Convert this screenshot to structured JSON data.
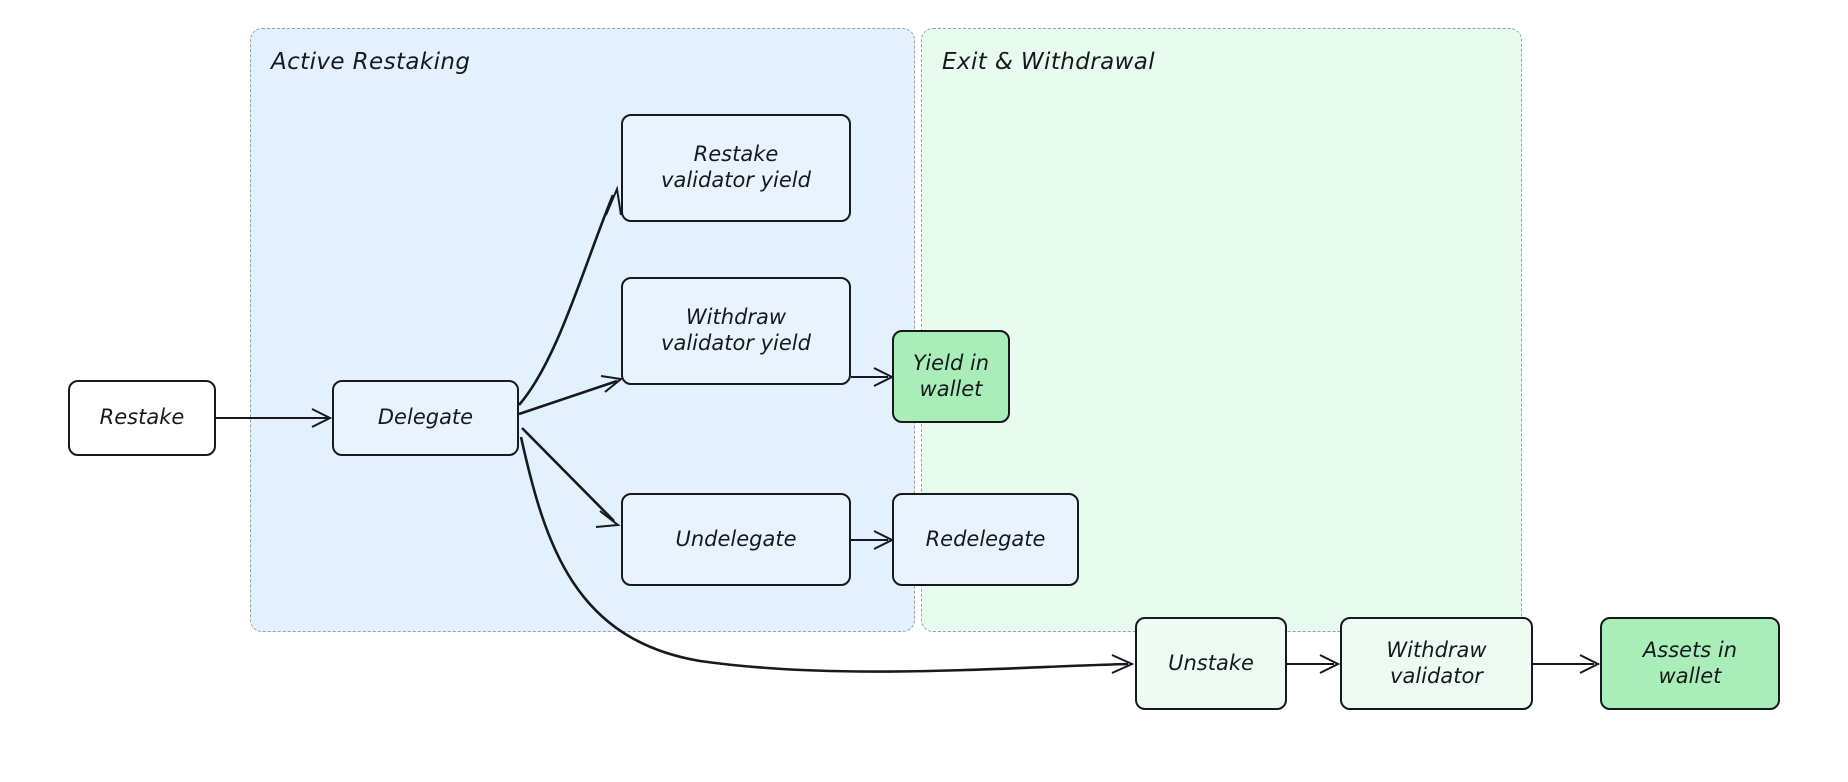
{
  "diagram": {
    "type": "flowchart",
    "direction": "left-to-right",
    "background": "#ffffff",
    "subgraphs": [
      {
        "id": "active",
        "title": "Active Restaking",
        "fill": "#e3f0fd",
        "border": "#9aa3ad"
      },
      {
        "id": "exit",
        "title": "Exit & Withdrawal",
        "fill": "#e7fbee",
        "border": "#9aa3ad"
      }
    ],
    "nodes": [
      {
        "id": "restake",
        "label": "Restake",
        "group": "none",
        "style": "plain"
      },
      {
        "id": "delegate",
        "label": "Delegate",
        "group": "active",
        "style": "plain"
      },
      {
        "id": "restake_yield",
        "label": "Restake\nvalidator yield",
        "group": "active",
        "style": "plain"
      },
      {
        "id": "withdraw_yield",
        "label": "Withdraw\nvalidator yield",
        "group": "active",
        "style": "plain"
      },
      {
        "id": "yield_wallet",
        "label": "Yield in\nwallet",
        "group": "active",
        "style": "highlight"
      },
      {
        "id": "undelegate",
        "label": "Undelegate",
        "group": "active",
        "style": "plain"
      },
      {
        "id": "redelegate",
        "label": "Redelegate",
        "group": "active",
        "style": "plain"
      },
      {
        "id": "unstake",
        "label": "Unstake",
        "group": "exit",
        "style": "plain"
      },
      {
        "id": "withdraw_val",
        "label": "Withdraw\nvalidator",
        "group": "exit",
        "style": "plain"
      },
      {
        "id": "assets_wallet",
        "label": "Assets in\nwallet",
        "group": "exit",
        "style": "highlight"
      }
    ],
    "edges": [
      {
        "from": "restake",
        "to": "delegate"
      },
      {
        "from": "delegate",
        "to": "restake_yield"
      },
      {
        "from": "delegate",
        "to": "withdraw_yield"
      },
      {
        "from": "delegate",
        "to": "undelegate"
      },
      {
        "from": "delegate",
        "to": "unstake"
      },
      {
        "from": "withdraw_yield",
        "to": "yield_wallet"
      },
      {
        "from": "undelegate",
        "to": "redelegate"
      },
      {
        "from": "unstake",
        "to": "withdraw_val"
      },
      {
        "from": "withdraw_val",
        "to": "assets_wallet"
      }
    ],
    "colors": {
      "highlight_fill": "#a9eeb9",
      "node_stroke": "#16191d",
      "edge_stroke": "#16191d",
      "active_subgraph_fill": "#e3f0fd",
      "exit_subgraph_fill": "#e7fbee"
    }
  }
}
